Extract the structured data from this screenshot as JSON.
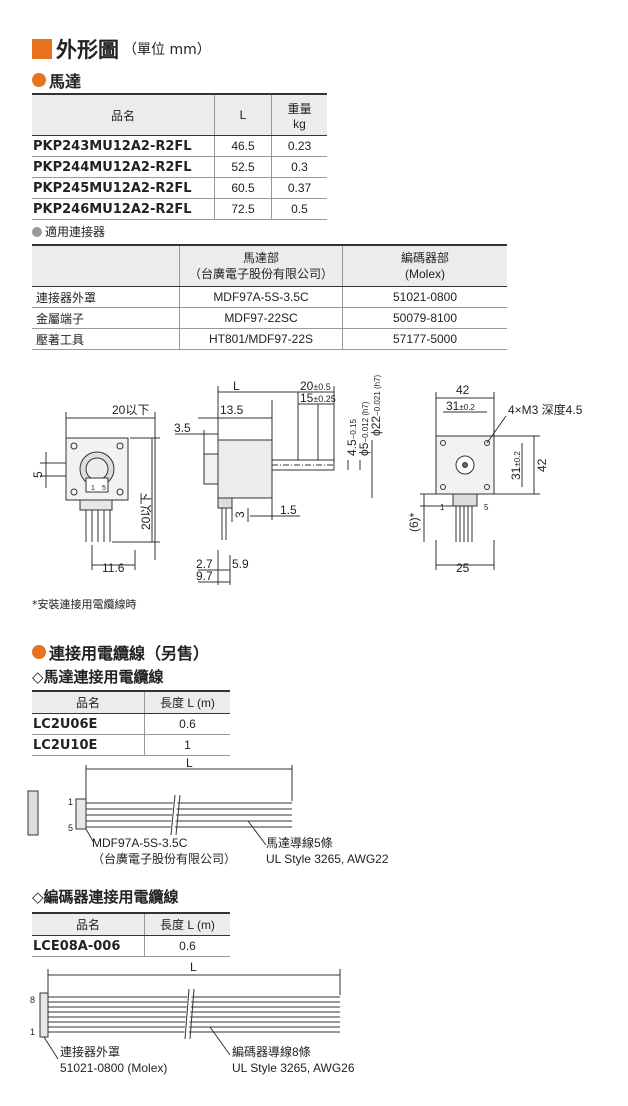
{
  "title": {
    "main": "外形圖",
    "unit": "（單位 mm）"
  },
  "motor": {
    "heading": "馬達",
    "headers": [
      "品名",
      "L",
      "重量",
      "kg"
    ],
    "rows": [
      {
        "name": "PKP243MU12A2-R2FL",
        "L": "46.5",
        "weight": "0.23"
      },
      {
        "name": "PKP244MU12A2-R2FL",
        "L": "52.5",
        "weight": "0.3"
      },
      {
        "name": "PKP245MU12A2-R2FL",
        "L": "60.5",
        "weight": "0.37"
      },
      {
        "name": "PKP246MU12A2-R2FL",
        "L": "72.5",
        "weight": "0.5"
      }
    ]
  },
  "connectors": {
    "heading": "適用連接器",
    "headers": [
      "馬達部",
      "（台廣電子股份有限公司）",
      "編碼器部",
      "(Molex)"
    ],
    "rows": [
      {
        "name": "連接器外罩",
        "motor": "MDF97A-5S-3.5C",
        "encoder": "51021-0800"
      },
      {
        "name": "金屬端子",
        "motor": "MDF97-22SC",
        "encoder": "50079-8100"
      },
      {
        "name": "壓著工具",
        "motor": "HT801/MDF97-22S",
        "encoder": "57177-5000"
      }
    ]
  },
  "drawing": {
    "front": {
      "dim_top": "20以下",
      "dim_left": "5",
      "dim_right": "20以下",
      "dim_bottom": "11.6",
      "pin_labels": [
        "1",
        "5"
      ]
    },
    "side": {
      "L": "L",
      "d13_5": "13.5",
      "d3_5": "3.5",
      "d20": "20",
      "d20_tol": "±0.5",
      "d15": "15",
      "d15_tol": "±0.25",
      "d4_5": "4.5",
      "d4_5_tol": "−0.15",
      "d5": "ϕ5",
      "d5_tol": "−0.012 (h7)",
      "d22": "ϕ22",
      "d22_tol": "−0.021 (h7)",
      "d3": "3",
      "d1_5": "1.5",
      "d2_7": "2.7",
      "d5_9": "5.9",
      "d9_7": "9.7"
    },
    "rear": {
      "d42": "42",
      "d31": "31",
      "d31_tol": "±0.2",
      "screw": "4×M3 深度4.5",
      "d31v": "31",
      "d31v_tol": "±0.2",
      "d42v": "42",
      "d6": "(6)*",
      "d25": "25",
      "pin1": "1",
      "pin5": "5"
    },
    "footnote": "*安裝連接用電纜線時"
  },
  "cables": {
    "heading": "連接用電纜線（另售）",
    "motor_cable": {
      "heading": "◇馬達連接用電纜線",
      "headers": [
        "品名",
        "長度 L (m)"
      ],
      "rows": [
        {
          "name": "LC2U06E",
          "length": "0.6"
        },
        {
          "name": "LC2U10E",
          "length": "1"
        }
      ],
      "label_L": "L",
      "pin1": "1",
      "pin5": "5",
      "connector_label": "MDF97A-5S-3.5C",
      "connector_maker": "（台廣電子股份有限公司）",
      "wire_label": "馬達導線5條",
      "wire_spec": "UL Style 3265, AWG22"
    },
    "encoder_cable": {
      "heading": "◇編碼器連接用電纜線",
      "headers": [
        "品名",
        "長度 L (m)"
      ],
      "rows": [
        {
          "name": "LCE08A-006",
          "length": "0.6"
        }
      ],
      "label_L": "L",
      "pin8": "8",
      "pin1": "1",
      "connector_label": "連接器外罩",
      "connector_part": "51021-0800 (Molex)",
      "wire_label": "編碼器導線8條",
      "wire_spec": "UL Style 3265, AWG26"
    }
  }
}
